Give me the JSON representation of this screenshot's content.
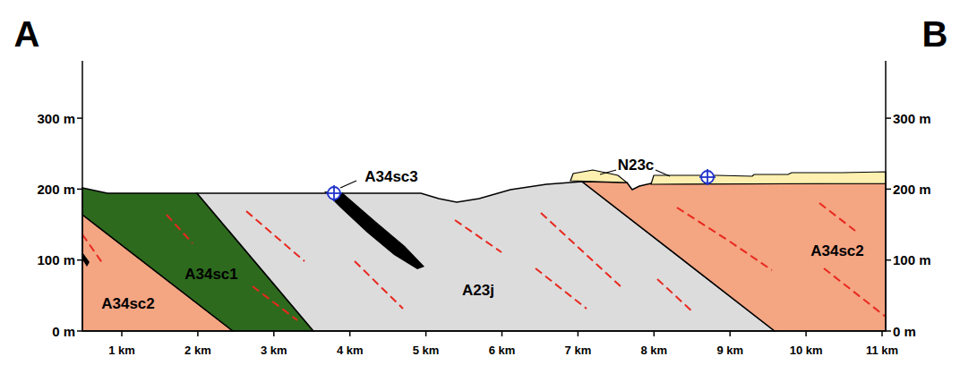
{
  "diagram": {
    "labels": [
      "A",
      "B",
      "300 m",
      "200 m",
      "100 m",
      "0 m",
      "300 m",
      "200 m",
      "100 m",
      "0 m",
      "1 km",
      "2 km",
      "3 km",
      "4 km",
      "5 km",
      "6 km",
      "7 km",
      "8 km",
      "9 km",
      "10 km",
      "11 km",
      "A34sc3",
      "N23c",
      "A34sc1",
      "A34sc2",
      "A23j",
      "A34sc2"
    ]
  }
}
